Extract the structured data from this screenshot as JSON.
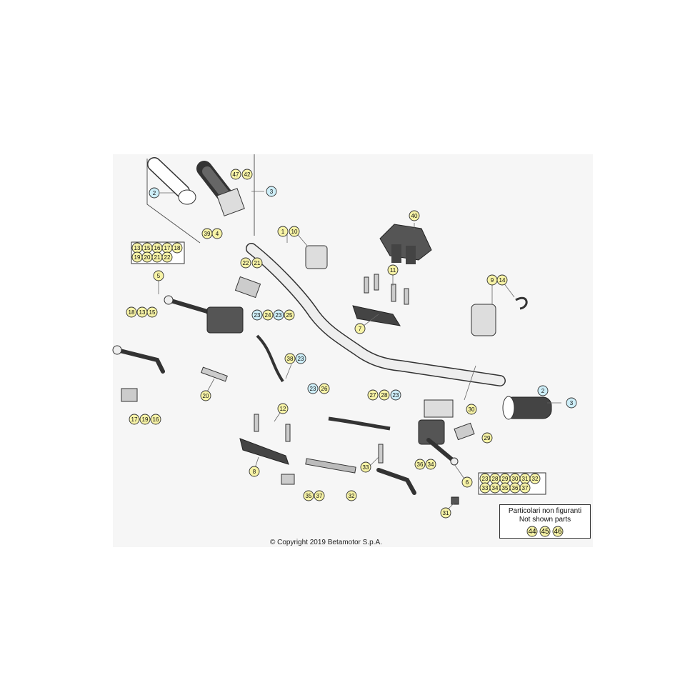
{
  "colors": {
    "background": "#ffffff",
    "panel": "#f6f6f6",
    "line": "#333333",
    "callout_yellow": "#f7f3a6",
    "callout_blue": "#cdeef8",
    "part_dark": "#3a3a3a",
    "part_light": "#eeeeee"
  },
  "callouts": [
    {
      "id": "c2a",
      "label": "2",
      "style": "blue"
    },
    {
      "id": "c47",
      "label": "47",
      "style": "yellow"
    },
    {
      "id": "c42",
      "label": "42",
      "style": "yellow"
    },
    {
      "id": "c3a",
      "label": "3",
      "style": "blue"
    },
    {
      "id": "c39",
      "label": "39",
      "style": "yellow"
    },
    {
      "id": "c4",
      "label": "4",
      "style": "yellow"
    },
    {
      "id": "c1",
      "label": "1",
      "style": "yellow"
    },
    {
      "id": "c10",
      "label": "10",
      "style": "yellow"
    },
    {
      "id": "c40",
      "label": "40",
      "style": "yellow"
    },
    {
      "id": "c22",
      "label": "22",
      "style": "yellow"
    },
    {
      "id": "c21",
      "label": "21",
      "style": "yellow"
    },
    {
      "id": "c5",
      "label": "5",
      "style": "yellow"
    },
    {
      "id": "c11",
      "label": "11",
      "style": "yellow"
    },
    {
      "id": "c9",
      "label": "9",
      "style": "yellow"
    },
    {
      "id": "c14",
      "label": "14",
      "style": "yellow"
    },
    {
      "id": "c18",
      "label": "18",
      "style": "yellow"
    },
    {
      "id": "c13b",
      "label": "13",
      "style": "yellow"
    },
    {
      "id": "c15b",
      "label": "15",
      "style": "yellow"
    },
    {
      "id": "c23a",
      "label": "23",
      "style": "blue"
    },
    {
      "id": "c24",
      "label": "24",
      "style": "yellow"
    },
    {
      "id": "c23b",
      "label": "23",
      "style": "blue"
    },
    {
      "id": "c25",
      "label": "25",
      "style": "yellow"
    },
    {
      "id": "c7",
      "label": "7",
      "style": "yellow"
    },
    {
      "id": "c38",
      "label": "38",
      "style": "yellow"
    },
    {
      "id": "c23c",
      "label": "23",
      "style": "blue"
    },
    {
      "id": "c20",
      "label": "20",
      "style": "yellow"
    },
    {
      "id": "c23d",
      "label": "23",
      "style": "blue"
    },
    {
      "id": "c26",
      "label": "26",
      "style": "yellow"
    },
    {
      "id": "c27",
      "label": "27",
      "style": "yellow"
    },
    {
      "id": "c28",
      "label": "28",
      "style": "yellow"
    },
    {
      "id": "c23e",
      "label": "23",
      "style": "blue"
    },
    {
      "id": "c2b",
      "label": "2",
      "style": "blue"
    },
    {
      "id": "c3b",
      "label": "3",
      "style": "blue"
    },
    {
      "id": "c30",
      "label": "30",
      "style": "yellow"
    },
    {
      "id": "c12",
      "label": "12",
      "style": "yellow"
    },
    {
      "id": "c29",
      "label": "29",
      "style": "yellow"
    },
    {
      "id": "c17",
      "label": "17",
      "style": "yellow"
    },
    {
      "id": "c19",
      "label": "19",
      "style": "yellow"
    },
    {
      "id": "c16",
      "label": "16",
      "style": "yellow"
    },
    {
      "id": "c8",
      "label": "8",
      "style": "yellow"
    },
    {
      "id": "c33",
      "label": "33",
      "style": "yellow"
    },
    {
      "id": "c36",
      "label": "36",
      "style": "yellow"
    },
    {
      "id": "c34",
      "label": "34",
      "style": "yellow"
    },
    {
      "id": "c6",
      "label": "6",
      "style": "yellow"
    },
    {
      "id": "c35",
      "label": "35",
      "style": "yellow"
    },
    {
      "id": "c37",
      "label": "37",
      "style": "yellow"
    },
    {
      "id": "c32",
      "label": "32",
      "style": "yellow"
    },
    {
      "id": "c31",
      "label": "31",
      "style": "yellow"
    }
  ],
  "groups": {
    "left_lever_group": [
      "13",
      "15",
      "16",
      "17",
      "18",
      "19",
      "20",
      "21",
      "22"
    ],
    "right_lever_group": [
      "23",
      "28",
      "29",
      "30",
      "31",
      "32",
      "33",
      "34",
      "35",
      "36",
      "37"
    ]
  },
  "note_box": {
    "line1": "Particolari non figuranti",
    "line2": "Not shown parts",
    "parts": [
      "44",
      "45",
      "46"
    ]
  },
  "copyright": "© Copyright 2019 Betamotor S.p.A."
}
